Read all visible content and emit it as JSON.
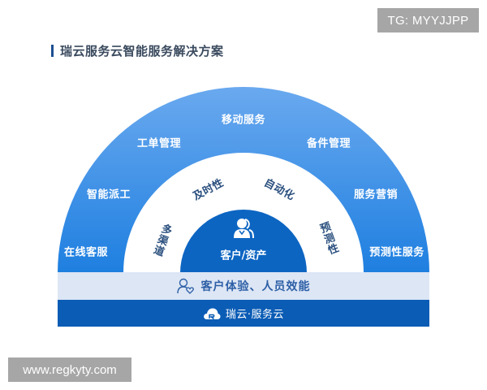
{
  "watermarks": {
    "top_right": "TG: MYYJJPP",
    "bottom_left": "www.regkyty.com"
  },
  "title": "瑞云服务云智能服务解决方案",
  "outer_ring": {
    "color_top": "#6aa9ef",
    "color_bottom": "#1e7fe0",
    "items": [
      {
        "label": "在线客服"
      },
      {
        "label": "智能派工"
      },
      {
        "label": "工单管理"
      },
      {
        "label": "移动服务"
      },
      {
        "label": "备件管理"
      },
      {
        "label": "服务营销"
      },
      {
        "label": "预测性服务"
      }
    ]
  },
  "middle_ring": {
    "color": "#ffffff",
    "items": [
      {
        "label": "多渠道"
      },
      {
        "label": "及时性"
      },
      {
        "label": "自动化"
      },
      {
        "label": "预测性"
      }
    ]
  },
  "core": {
    "color": "#0d65c2",
    "icon": "user-icon",
    "label": "客户/资产"
  },
  "band_light": {
    "icon": "user-heart-icon",
    "label": "客户体验、人员效能",
    "color": "#dde6f5"
  },
  "band_dark": {
    "icon": "cloud-logo-icon",
    "label": "瑞云·服务云",
    "color": "#0b5cb5"
  }
}
